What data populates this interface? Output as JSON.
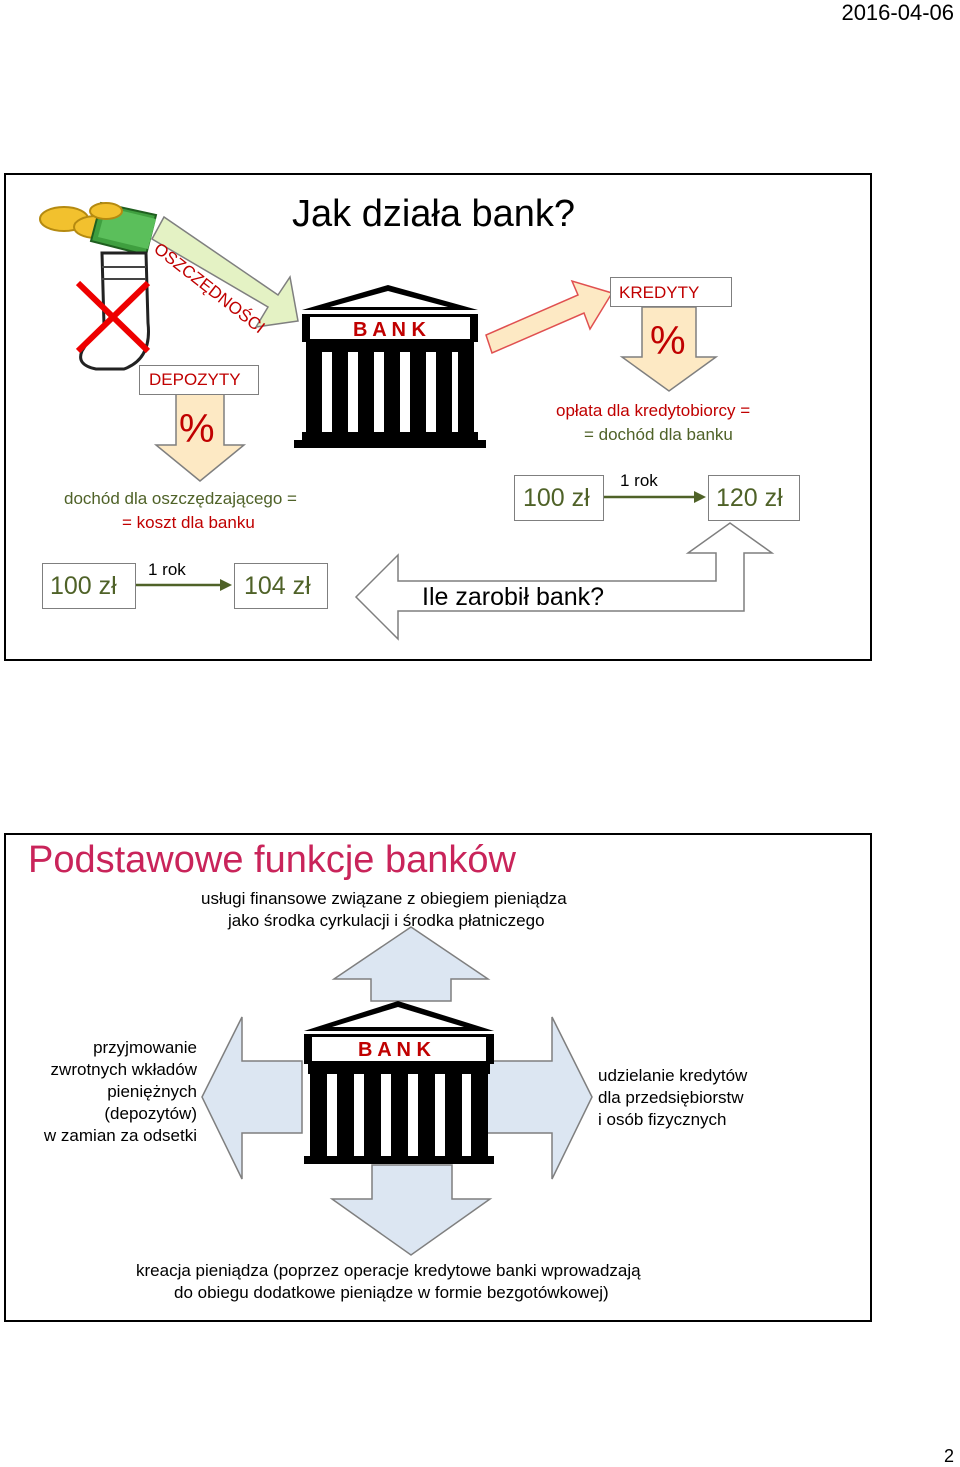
{
  "header": {
    "date": "2016-04-06"
  },
  "footer": {
    "page_number": "2"
  },
  "slide1": {
    "title": "Jak działa bank?",
    "savings_arrow_label": "OSZCZĘDNOŚCI",
    "bank_label": "B A N K",
    "deposits_label": "DEPOZYTY",
    "deposits_percent": "%",
    "depositor_income_line1": "dochód dla oszczędzającego =",
    "depositor_income_line2": "= koszt dla banku",
    "credits_label": "KREDYTY",
    "credits_percent": "%",
    "borrower_fee_line1": "opłata dla kredytobiorcy =",
    "borrower_fee_line2": "= dochód dla banku",
    "deposit_start": "100 zł",
    "deposit_period": "1 rok",
    "deposit_end": "104 zł",
    "loan_start": "100 zł",
    "loan_period": "1 rok",
    "loan_end": "120 zł",
    "question": "Ile zarobił bank?"
  },
  "slide2": {
    "title": "Podstawowe funkcje banków",
    "top_line1": "usługi finansowe związane z obiegiem pieniądza",
    "top_line2": "jako środka cyrkulacji i środka płatniczego",
    "bank_label": "B A N K",
    "left_line1": "przyjmowanie",
    "left_line2": "zwrotnych wkładów",
    "left_line3": "pieniężnych",
    "left_line4": "(depozytów)",
    "left_line5": "w zamian za odsetki",
    "right_line1": "udzielanie kredytów",
    "right_line2": "dla przedsiębiorstw",
    "right_line3": "i osób fizycznych",
    "bottom_line1": "kreacja pieniądza (poprzez operacje kredytowe banki wprowadzają",
    "bottom_line2": "do obiegu dodatkowe pieniądze w formie bezgotówkowej)"
  },
  "colors": {
    "red": "#c00000",
    "green_arrow": "#e4f2c4",
    "peach_arrow": "#fde9c4",
    "blue_arrow": "#dce6f2",
    "link_arrow": "#4f6228",
    "slide2_title": "#c9245a"
  }
}
